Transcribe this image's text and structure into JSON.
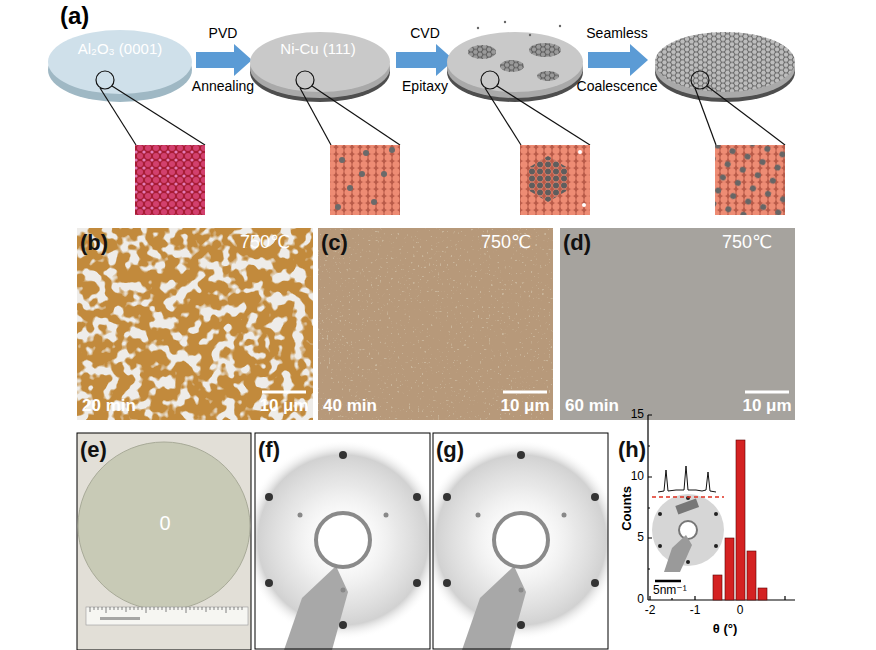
{
  "diagram": {
    "labels": [
      "(a)",
      "Al₂O₃ (0001)",
      "PVD",
      "Annealing",
      "Ni-Cu (111)",
      "CVD",
      "Epitaxy",
      "Seamless",
      "Coalescence",
      "(b)",
      "750℃",
      "20 min",
      "10 μm",
      "(c)",
      "750℃",
      "40 min",
      "10 μm",
      "(d)",
      "750℃",
      "60 min",
      "10 μm",
      "(e)",
      "0",
      "(f)",
      "(g)",
      "(h)",
      "Counts",
      "θ (°)",
      "0",
      "5",
      "10",
      "15",
      "-2",
      "-1",
      "0",
      "5nm⁻¹"
    ]
  }
}
